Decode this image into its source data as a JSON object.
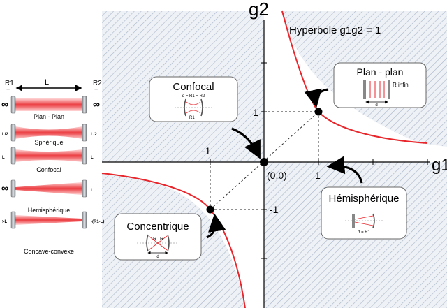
{
  "left_panel": {
    "r1_label": "R1",
    "r2_label": "R2",
    "equals_sign": "=",
    "length_label": "L",
    "rows": [
      {
        "left": "∞",
        "right": "∞",
        "caption": "Plan - Plan",
        "beam": "collimated"
      },
      {
        "left": "L/2",
        "right": "L/2",
        "caption": "Sphérique",
        "beam": "center-waist"
      },
      {
        "left": "L",
        "right": "L",
        "caption": "Confocal",
        "beam": "center-waist-soft"
      },
      {
        "left": "∞",
        "right": "L",
        "caption": "Hemisphérique",
        "beam": "waist-left"
      },
      {
        "left": ">L",
        "right": "-(R1-L)",
        "caption": "Concave-convexe",
        "beam": "waist-right"
      }
    ]
  },
  "stability_diagram": {
    "x_axis_label": "g1",
    "y_axis_label": "g2",
    "hyperbola_label": "Hyperbole g1g2 = 1",
    "origin_label": "(0,0)",
    "ticks": {
      "x_pos": "1",
      "x_neg": "-1",
      "y_pos": "1",
      "y_neg": "-1"
    },
    "curve_color": "#e8262b",
    "hatch_color": "#a9b6c8",
    "points": [
      {
        "name": "plan-plan",
        "g1": 1,
        "g2": 1
      },
      {
        "name": "confocal",
        "g1": 0,
        "g2": 0
      },
      {
        "name": "concentric",
        "g1": -1,
        "g2": -1
      }
    ]
  },
  "callouts": {
    "plan_plan": {
      "title": "Plan - plan",
      "note": "R infini",
      "dim": "d"
    },
    "confocal": {
      "title": "Confocal",
      "note": "d = R1 = R2",
      "dim": "R1"
    },
    "hemispherique": {
      "title": "Hémisphérique",
      "note": "d = R1"
    },
    "concentrique": {
      "title": "Concentrique",
      "r_left": "R",
      "r_right": "R",
      "dim": "d"
    }
  }
}
